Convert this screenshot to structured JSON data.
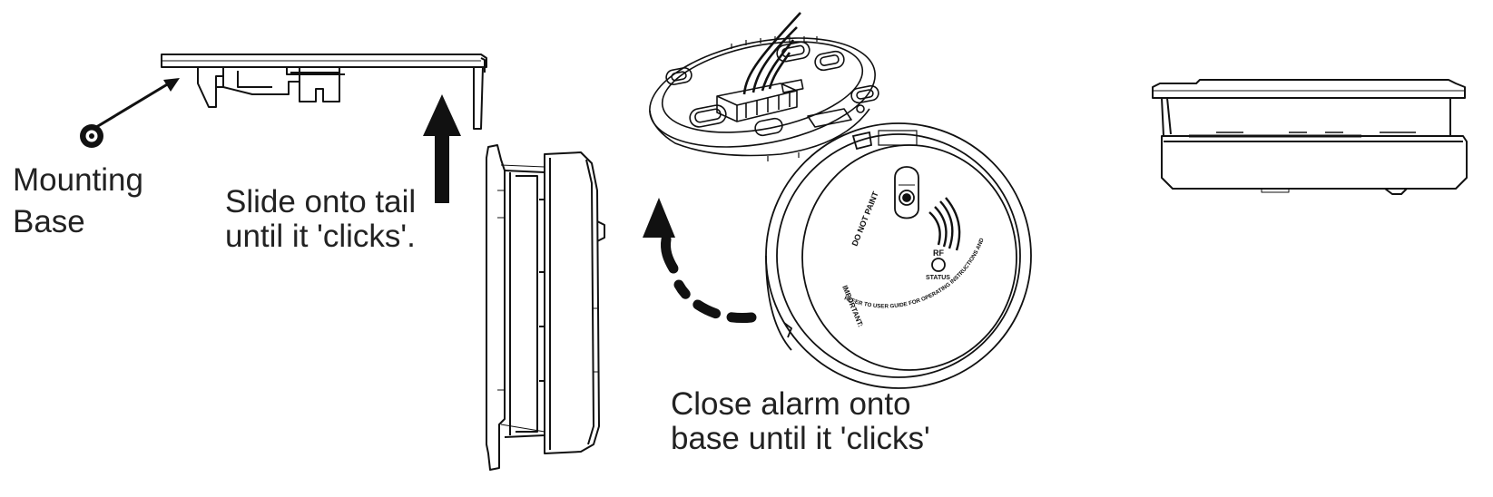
{
  "mounting_base_label": [
    "Mounting",
    "Base"
  ],
  "slide_instruction": [
    "Slide onto tail",
    "until it 'clicks'."
  ],
  "close_instruction": [
    "Close alarm onto",
    "base until it 'clicks'"
  ],
  "device_text": {
    "do_not_paint": "DO NOT PAINT",
    "rf": "RF",
    "status": "STATUS",
    "important": "IMPORTANT:",
    "refer_note": "REFER TO USER GUIDE FOR OPERATING INSTRUCTIONS AND SAFETY INFORMATION"
  },
  "colors": {
    "line": "#111111",
    "text": "#222222",
    "background": "#ffffff"
  }
}
